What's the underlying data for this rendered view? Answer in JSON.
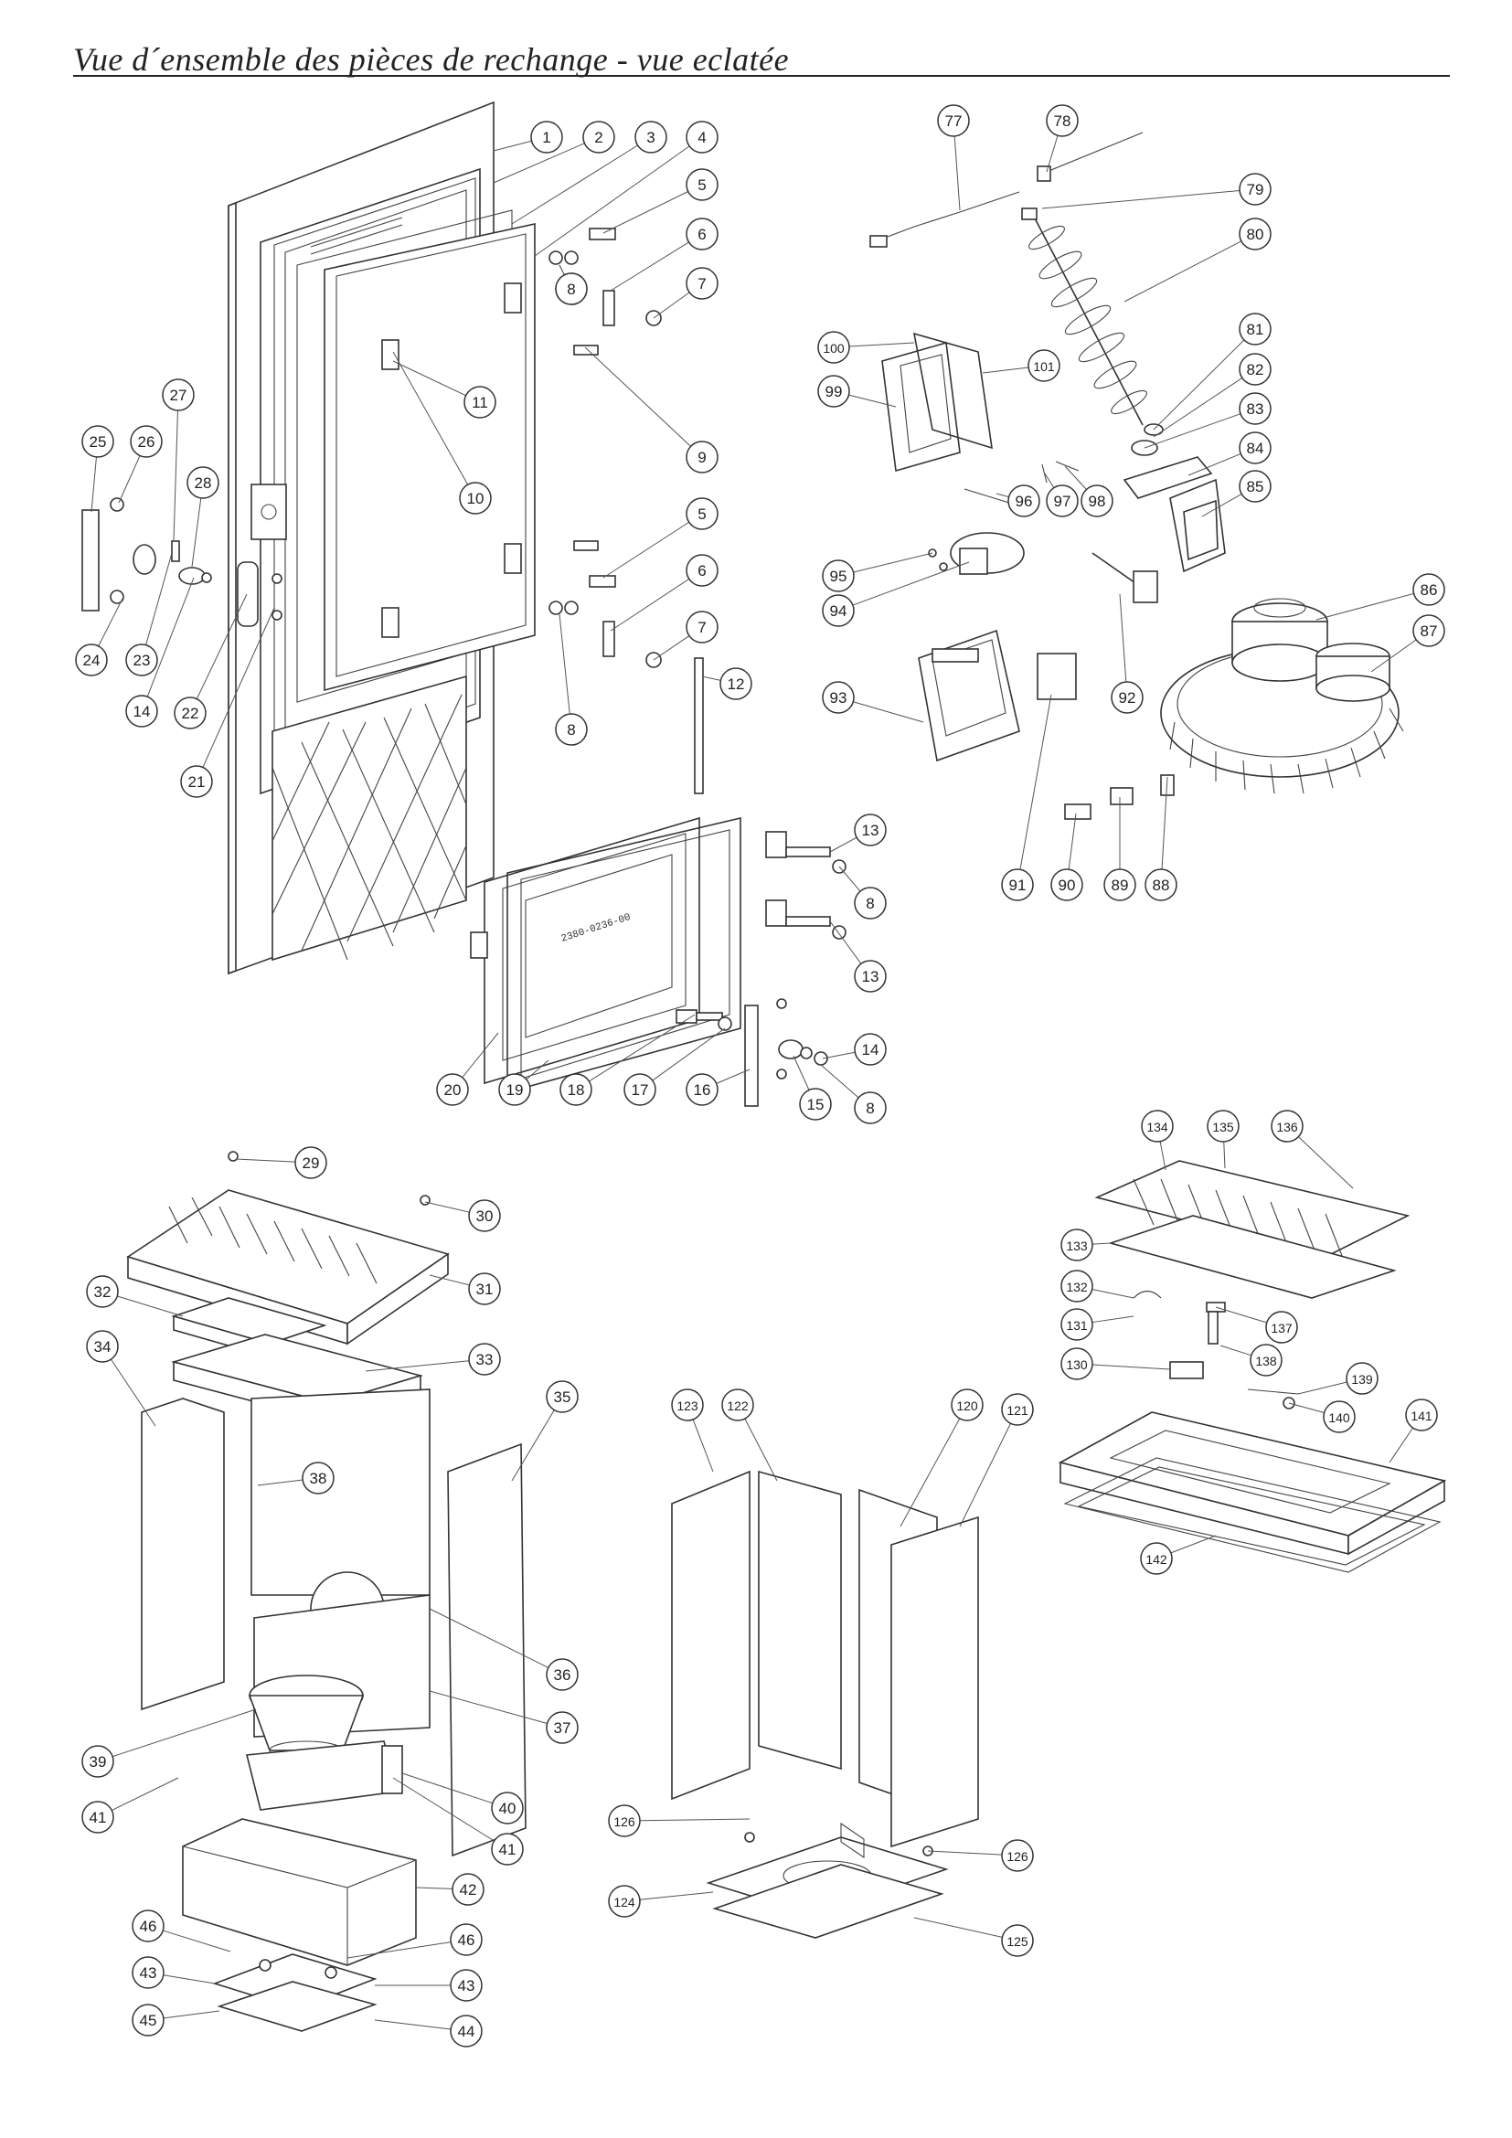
{
  "page": {
    "title": "Vue d´ensemble des pièces de rechange - vue eclatée"
  },
  "stamp_text": "2380-0236-00",
  "callouts": [
    {
      "label": "1"
    },
    {
      "label": "2"
    },
    {
      "label": "3"
    },
    {
      "label": "4"
    },
    {
      "label": "5"
    },
    {
      "label": "6"
    },
    {
      "label": "7"
    },
    {
      "label": "8"
    },
    {
      "label": "8"
    },
    {
      "label": "9"
    },
    {
      "label": "5"
    },
    {
      "label": "6"
    },
    {
      "label": "7"
    },
    {
      "label": "8"
    },
    {
      "label": "10"
    },
    {
      "label": "11"
    },
    {
      "label": "12"
    },
    {
      "label": "13"
    },
    {
      "label": "8"
    },
    {
      "label": "13"
    },
    {
      "label": "14"
    },
    {
      "label": "8"
    },
    {
      "label": "15"
    },
    {
      "label": "16"
    },
    {
      "label": "17"
    },
    {
      "label": "18"
    },
    {
      "label": "19"
    },
    {
      "label": "20"
    },
    {
      "label": "21"
    },
    {
      "label": "22"
    },
    {
      "label": "14"
    },
    {
      "label": "23"
    },
    {
      "label": "24"
    },
    {
      "label": "25"
    },
    {
      "label": "26"
    },
    {
      "label": "27"
    },
    {
      "label": "28"
    },
    {
      "label": "77"
    },
    {
      "label": "78"
    },
    {
      "label": "79"
    },
    {
      "label": "80"
    },
    {
      "label": "81"
    },
    {
      "label": "82"
    },
    {
      "label": "83"
    },
    {
      "label": "84"
    },
    {
      "label": "85"
    },
    {
      "label": "86"
    },
    {
      "label": "87"
    },
    {
      "label": "88"
    },
    {
      "label": "89"
    },
    {
      "label": "90"
    },
    {
      "label": "91"
    },
    {
      "label": "92"
    },
    {
      "label": "93"
    },
    {
      "label": "94"
    },
    {
      "label": "95"
    },
    {
      "label": "96"
    },
    {
      "label": "97"
    },
    {
      "label": "98"
    },
    {
      "label": "99"
    },
    {
      "label": "100"
    },
    {
      "label": "101"
    },
    {
      "label": "29"
    },
    {
      "label": "30"
    },
    {
      "label": "31"
    },
    {
      "label": "32"
    },
    {
      "label": "33"
    },
    {
      "label": "34"
    },
    {
      "label": "35"
    },
    {
      "label": "36"
    },
    {
      "label": "37"
    },
    {
      "label": "38"
    },
    {
      "label": "39"
    },
    {
      "label": "40"
    },
    {
      "label": "41"
    },
    {
      "label": "41"
    },
    {
      "label": "42"
    },
    {
      "label": "46"
    },
    {
      "label": "46"
    },
    {
      "label": "43"
    },
    {
      "label": "43"
    },
    {
      "label": "45"
    },
    {
      "label": "44"
    },
    {
      "label": "123"
    },
    {
      "label": "122"
    },
    {
      "label": "120"
    },
    {
      "label": "121"
    },
    {
      "label": "126"
    },
    {
      "label": "126"
    },
    {
      "label": "124"
    },
    {
      "label": "125"
    },
    {
      "label": "134"
    },
    {
      "label": "135"
    },
    {
      "label": "136"
    },
    {
      "label": "133"
    },
    {
      "label": "132"
    },
    {
      "label": "131"
    },
    {
      "label": "137"
    },
    {
      "label": "130"
    },
    {
      "label": "138"
    },
    {
      "label": "139"
    },
    {
      "label": "140"
    },
    {
      "label": "141"
    },
    {
      "label": "142"
    }
  ]
}
